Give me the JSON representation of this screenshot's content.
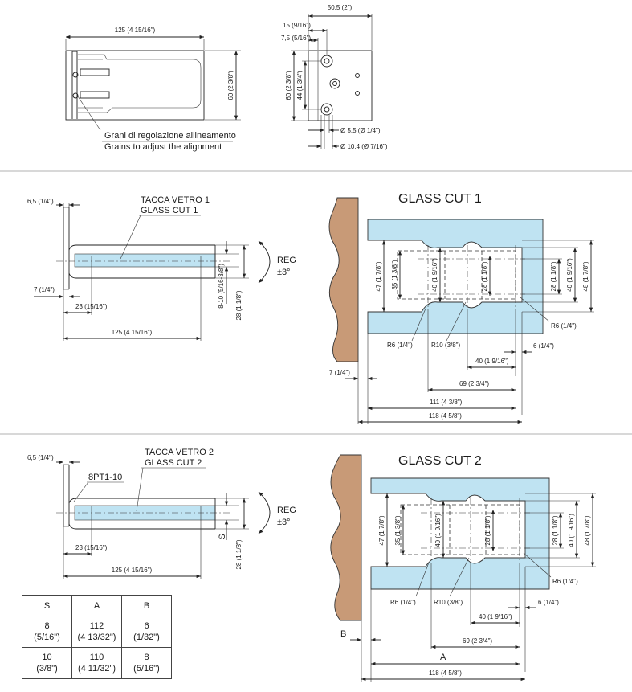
{
  "top": {
    "dims": {
      "length_125": "125 (4  15/16\")",
      "height_60": "60 (2  3/8\")",
      "width_50_5": "50,5 (2\")",
      "dim_15": "15 (9/16\")",
      "dim_7_5": "7,5 (5/16\")",
      "dim_60": "60 (2  3/8\")",
      "dim_44": "44 (1  3/4\")",
      "dia_5_5": "Ø 5,5  (Ø 1/4\")",
      "dia_10_4": "Ø 10,4  (Ø 7/16\")"
    },
    "note_it": "Grani di regolazione allineamento",
    "note_en": "Grains to adjust the alignment"
  },
  "cut1": {
    "side": {
      "d6_5": "6,5 (1/4\")",
      "label_it": "TACCA VETRO 1",
      "label_en": "GLASS CUT 1",
      "d7": "7 (1/4\")",
      "d23": "23 (15/16\")",
      "d125": "125 (4  15/16\")",
      "d8_10": "8-10 (5/16-3/8\")",
      "d28": "28 (1  1/8\")",
      "reg": "REG",
      "reg_angle": "±3°"
    },
    "title": "GLASS CUT 1",
    "dims": {
      "d47": "47 (1  7/8\")",
      "d35": "35 (1  3/8\")",
      "d40l": "40 (1  9/16\")",
      "d28c": "28 (1  1/8\")",
      "d28r": "28 (1  1/8\")",
      "d40r": "40 (1  9/16\")",
      "d48": "48 (1  7/8\")",
      "r6l": "R6 (1/4\")",
      "r10": "R10 (3/8\")",
      "r6r": "R6 (1/4\")",
      "d6": "6 (1/4\")",
      "d40b": "40 (1  9/16\")",
      "d7": "7 (1/4\")",
      "d69": "69 (2  3/4\")",
      "d111": "111 (4  3/8\")",
      "d118": "118 (4  5/8\")"
    }
  },
  "cut2": {
    "side": {
      "d6_5": "6,5 (1/4\")",
      "label_it": "TACCA VETRO 2",
      "label_en": "GLASS CUT 2",
      "part": "8PT1-10",
      "d23": "23 (15/16\")",
      "d125": "125 (4  15/16\")",
      "s": "S",
      "d28": "28 (1  1/8\")",
      "reg": "REG",
      "reg_angle": "±3°"
    },
    "title": "GLASS CUT 2",
    "dims": {
      "d47": "47 (1  7/8\")",
      "d35": "35 (1  3/8\")",
      "d40l": "40 (1  9/16\")",
      "d28c": "28 (1  1/8\")",
      "d28r": "28 (1  1/8\")",
      "d40r": "40 (1  9/16\")",
      "d48": "48 (1  7/8\")",
      "r6l": "R6 (1/4\")",
      "r10": "R10 (3/8\")",
      "r6r": "R6 (1/4\")",
      "d6": "6 (1/4\")",
      "d40b": "40 (1  9/16\")",
      "b": "B",
      "d69": "69 (2  3/4\")",
      "a": "A",
      "d118": "118 (4  5/8\")"
    }
  },
  "table": {
    "headers": [
      "S",
      "A",
      "B"
    ],
    "rows": [
      [
        {
          "l1": "8",
          "l2": "(5/16\")"
        },
        {
          "l1": "112",
          "l2": "(4 13/32\")"
        },
        {
          "l1": "6",
          "l2": "(1/32\")"
        }
      ],
      [
        {
          "l1": "10",
          "l2": "(3/8\")"
        },
        {
          "l1": "110",
          "l2": "(4 11/32\")"
        },
        {
          "l1": "8",
          "l2": "(5/16\")"
        }
      ]
    ]
  },
  "colors": {
    "glass": "#bfe3f2",
    "wall": "#c89a77"
  }
}
